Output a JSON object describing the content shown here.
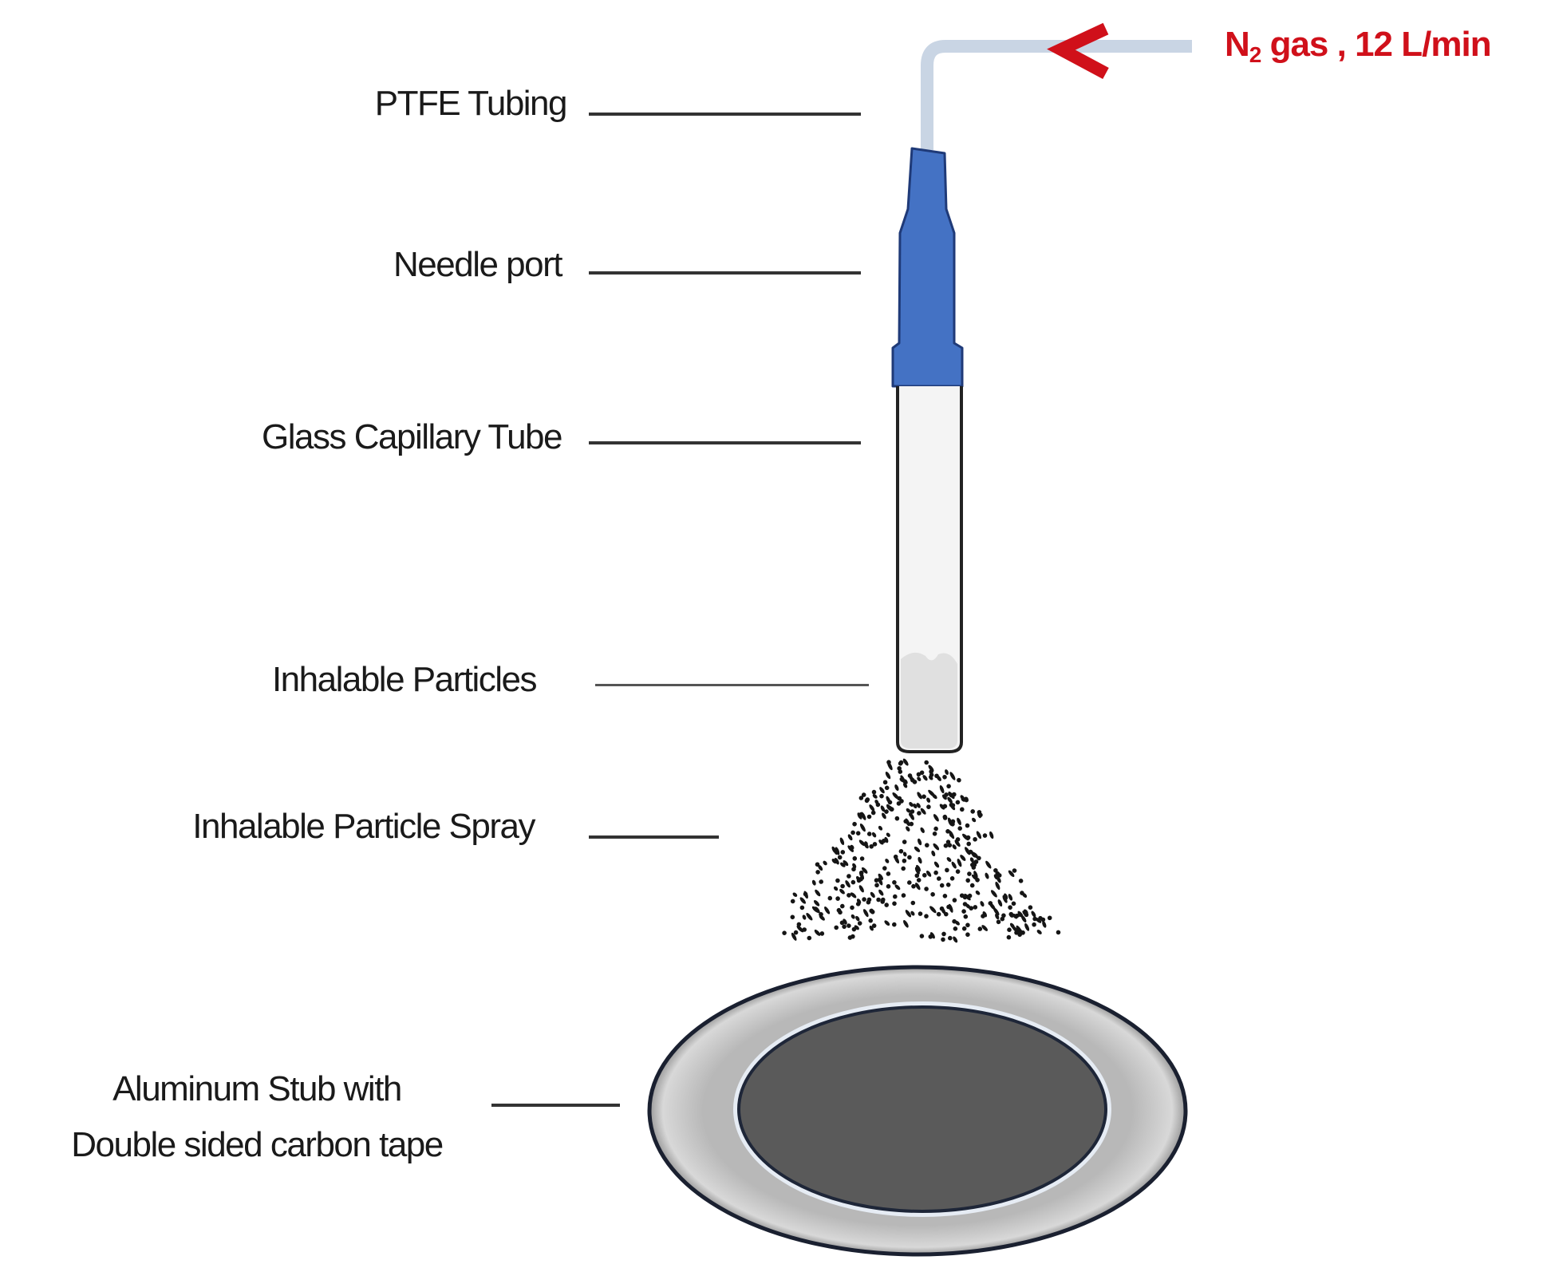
{
  "figure": {
    "title": "",
    "gas_label": {
      "species_main": "N",
      "species_subscript": "2",
      "rest": " gas , 12 L/min",
      "color": "#d0101a"
    },
    "labels": {
      "ptfe_tubing": "PTFE Tubing",
      "needle_port": "Needle port",
      "glass_capillary_tube": "Glass Capillary Tube",
      "inhalable_particles": "Inhalable Particles",
      "inhalable_particle_spray": "Inhalable Particle Spray",
      "stub_line1": "Aluminum Stub with",
      "stub_line2": "Double sided carbon tape"
    },
    "colors": {
      "tubing": "#c9d5e4",
      "needle_port": "#4472c4",
      "needle_port_outline": "#1f3a78",
      "glass": "#f4f4f4",
      "powder": "#e0e0e0",
      "stub_rim": "#b4b4b4",
      "carbon_tape": "#5a5a5a",
      "arrow": "#d0101a",
      "leader": "#333333"
    }
  }
}
